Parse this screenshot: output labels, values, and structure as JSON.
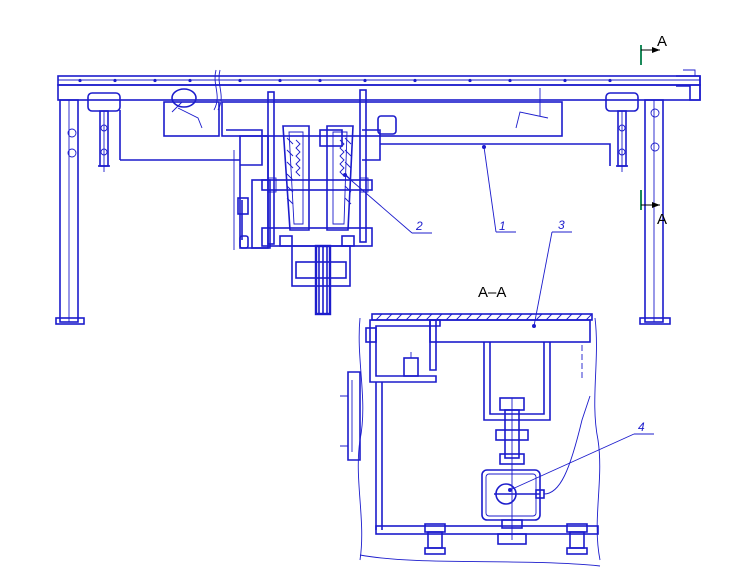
{
  "drawing": {
    "section_marks": {
      "top": "A",
      "bottom": "A"
    },
    "section_view_title": "A–A",
    "callouts": [
      "1",
      "2",
      "3",
      "4"
    ],
    "ink_color": "#1c1ccc",
    "marker_color": "#1a8a5a"
  }
}
